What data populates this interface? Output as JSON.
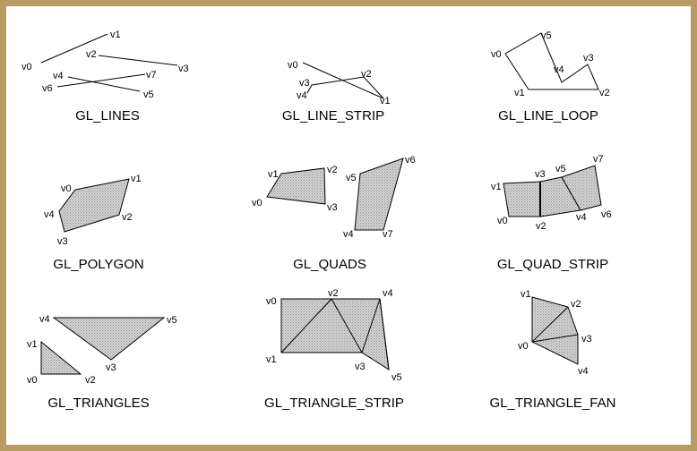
{
  "colors": {
    "frame": "#b89a63",
    "fill_dot": "#8a8a8a",
    "fill_base": "#d6d6d6",
    "stroke": "#000000"
  },
  "panels": [
    {
      "id": "lines",
      "label": "GL_LINES",
      "vertices": [
        "v0",
        "v1",
        "v2",
        "v3",
        "v4",
        "v5",
        "v6",
        "v7"
      ]
    },
    {
      "id": "line-strip",
      "label": "GL_LINE_STRIP",
      "vertices": [
        "v0",
        "v1",
        "v2",
        "v3",
        "v4"
      ]
    },
    {
      "id": "line-loop",
      "label": "GL_LINE_LOOP",
      "vertices": [
        "v0",
        "v1",
        "v2",
        "v3",
        "v4",
        "v5"
      ]
    },
    {
      "id": "polygon",
      "label": "GL_POLYGON",
      "vertices": [
        "v0",
        "v1",
        "v2",
        "v3",
        "v4"
      ]
    },
    {
      "id": "quads",
      "label": "GL_QUADS",
      "vertices": [
        "v0",
        "v1",
        "v2",
        "v3",
        "v4",
        "v5",
        "v6",
        "v7"
      ]
    },
    {
      "id": "quad-strip",
      "label": "GL_QUAD_STRIP",
      "vertices": [
        "v0",
        "v1",
        "v2",
        "v3",
        "v4",
        "v5",
        "v6",
        "v7"
      ]
    },
    {
      "id": "triangles",
      "label": "GL_TRIANGLES",
      "vertices": [
        "v0",
        "v1",
        "v2",
        "v3",
        "v4",
        "v5"
      ]
    },
    {
      "id": "triangle-strip",
      "label": "GL_TRIANGLE_STRIP",
      "vertices": [
        "v0",
        "v1",
        "v2",
        "v3",
        "v4",
        "v5"
      ]
    },
    {
      "id": "triangle-fan",
      "label": "GL_TRIANGLE_FAN",
      "vertices": [
        "v0",
        "v1",
        "v2",
        "v3",
        "v4"
      ]
    }
  ]
}
